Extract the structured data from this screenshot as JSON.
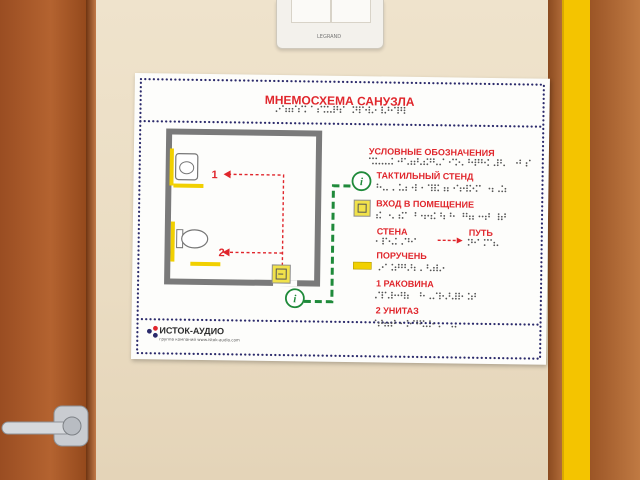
{
  "sign": {
    "title": "МНЕМОСХЕМА САНУЗЛА",
    "legend_heading": "УСЛОВНЫЕ ОБОЗНАЧЕНИЯ",
    "legend_tactile_stand": "ТАКТИЛЬНЫЙ СТЕНД",
    "legend_entrance": "ВХОД В ПОМЕЩЕНИЕ",
    "legend_wall": "СТЕНА",
    "legend_path": "ПУТЬ",
    "legend_handrail": "ПОРУЧЕНЬ",
    "legend_sink": "1 РАКОВИНА",
    "legend_toilet": "2 УНИТАЗ",
    "plan_marker_1": "1",
    "plan_marker_2": "2",
    "info_glyph": "i",
    "brand_name": "ИСТОК-АУДИО",
    "brand_tagline": "группа компаний",
    "brand_site": "www.istok-audio.com"
  },
  "switch": {
    "brand": "LEGRAND"
  },
  "colors": {
    "title_red": "#e0262c",
    "path_green": "#1f8a3a",
    "handrail_yellow": "#f1d000",
    "dots_navy": "#2b2a6b",
    "door_wood": "#b46330",
    "strip_yellow": "#f4c400"
  }
}
